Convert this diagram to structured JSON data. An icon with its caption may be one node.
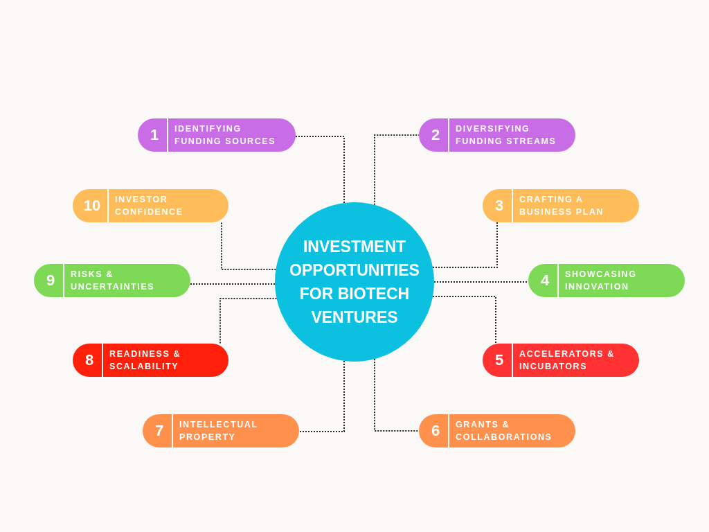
{
  "diagram": {
    "nodes": [
      {
        "text": [
          "INVESTMENT OPPORTUNITIES FOR BIOTECH VENTURES"
        ]
      },
      {
        "text": [
          "1",
          "IDENTIFYING FUNDING SOURCES"
        ]
      },
      {
        "text": [
          "2",
          "DIVERSIFYING FUNDING STREAMS"
        ]
      },
      {
        "text": [
          "3",
          "CRAFTING A BUSINESS PLAN"
        ]
      },
      {
        "text": [
          "4",
          "SHOWCASING INNOVATION"
        ]
      },
      {
        "text": [
          "5",
          "ACCELERATORS & INCUBATORS"
        ]
      },
      {
        "text": [
          "6",
          "GRANTS & COLLABORATIONS"
        ]
      },
      {
        "text": [
          "7",
          "INTELLECTUAL PROPERTY"
        ]
      },
      {
        "text": [
          "8",
          "READINESS & SCALABILITY"
        ]
      },
      {
        "text": [
          "9",
          "RISKS & UNCERTAINTIES"
        ]
      },
      {
        "text": [
          "10",
          "INVESTOR CONFIDENCE"
        ]
      }
    ],
    "edges": [
      {
        "from": 0,
        "to": 1,
        "arrow": "none",
        "style": "dashed"
      },
      {
        "from": 0,
        "to": 2,
        "arrow": "none",
        "style": "dashed"
      },
      {
        "from": 0,
        "to": 3,
        "arrow": "none",
        "style": "dashed"
      },
      {
        "from": 0,
        "to": 4,
        "arrow": "none",
        "style": "dashed"
      },
      {
        "from": 0,
        "to": 5,
        "arrow": "none",
        "style": "dashed"
      },
      {
        "from": 0,
        "to": 6,
        "arrow": "none",
        "style": "dashed"
      },
      {
        "from": 0,
        "to": 7,
        "arrow": "none",
        "style": "dashed"
      },
      {
        "from": 0,
        "to": 8,
        "arrow": "none",
        "style": "dashed"
      },
      {
        "from": 0,
        "to": 9,
        "arrow": "none",
        "style": "dashed"
      },
      {
        "from": 0,
        "to": 10,
        "arrow": "none",
        "style": "dashed"
      }
    ]
  }
}
